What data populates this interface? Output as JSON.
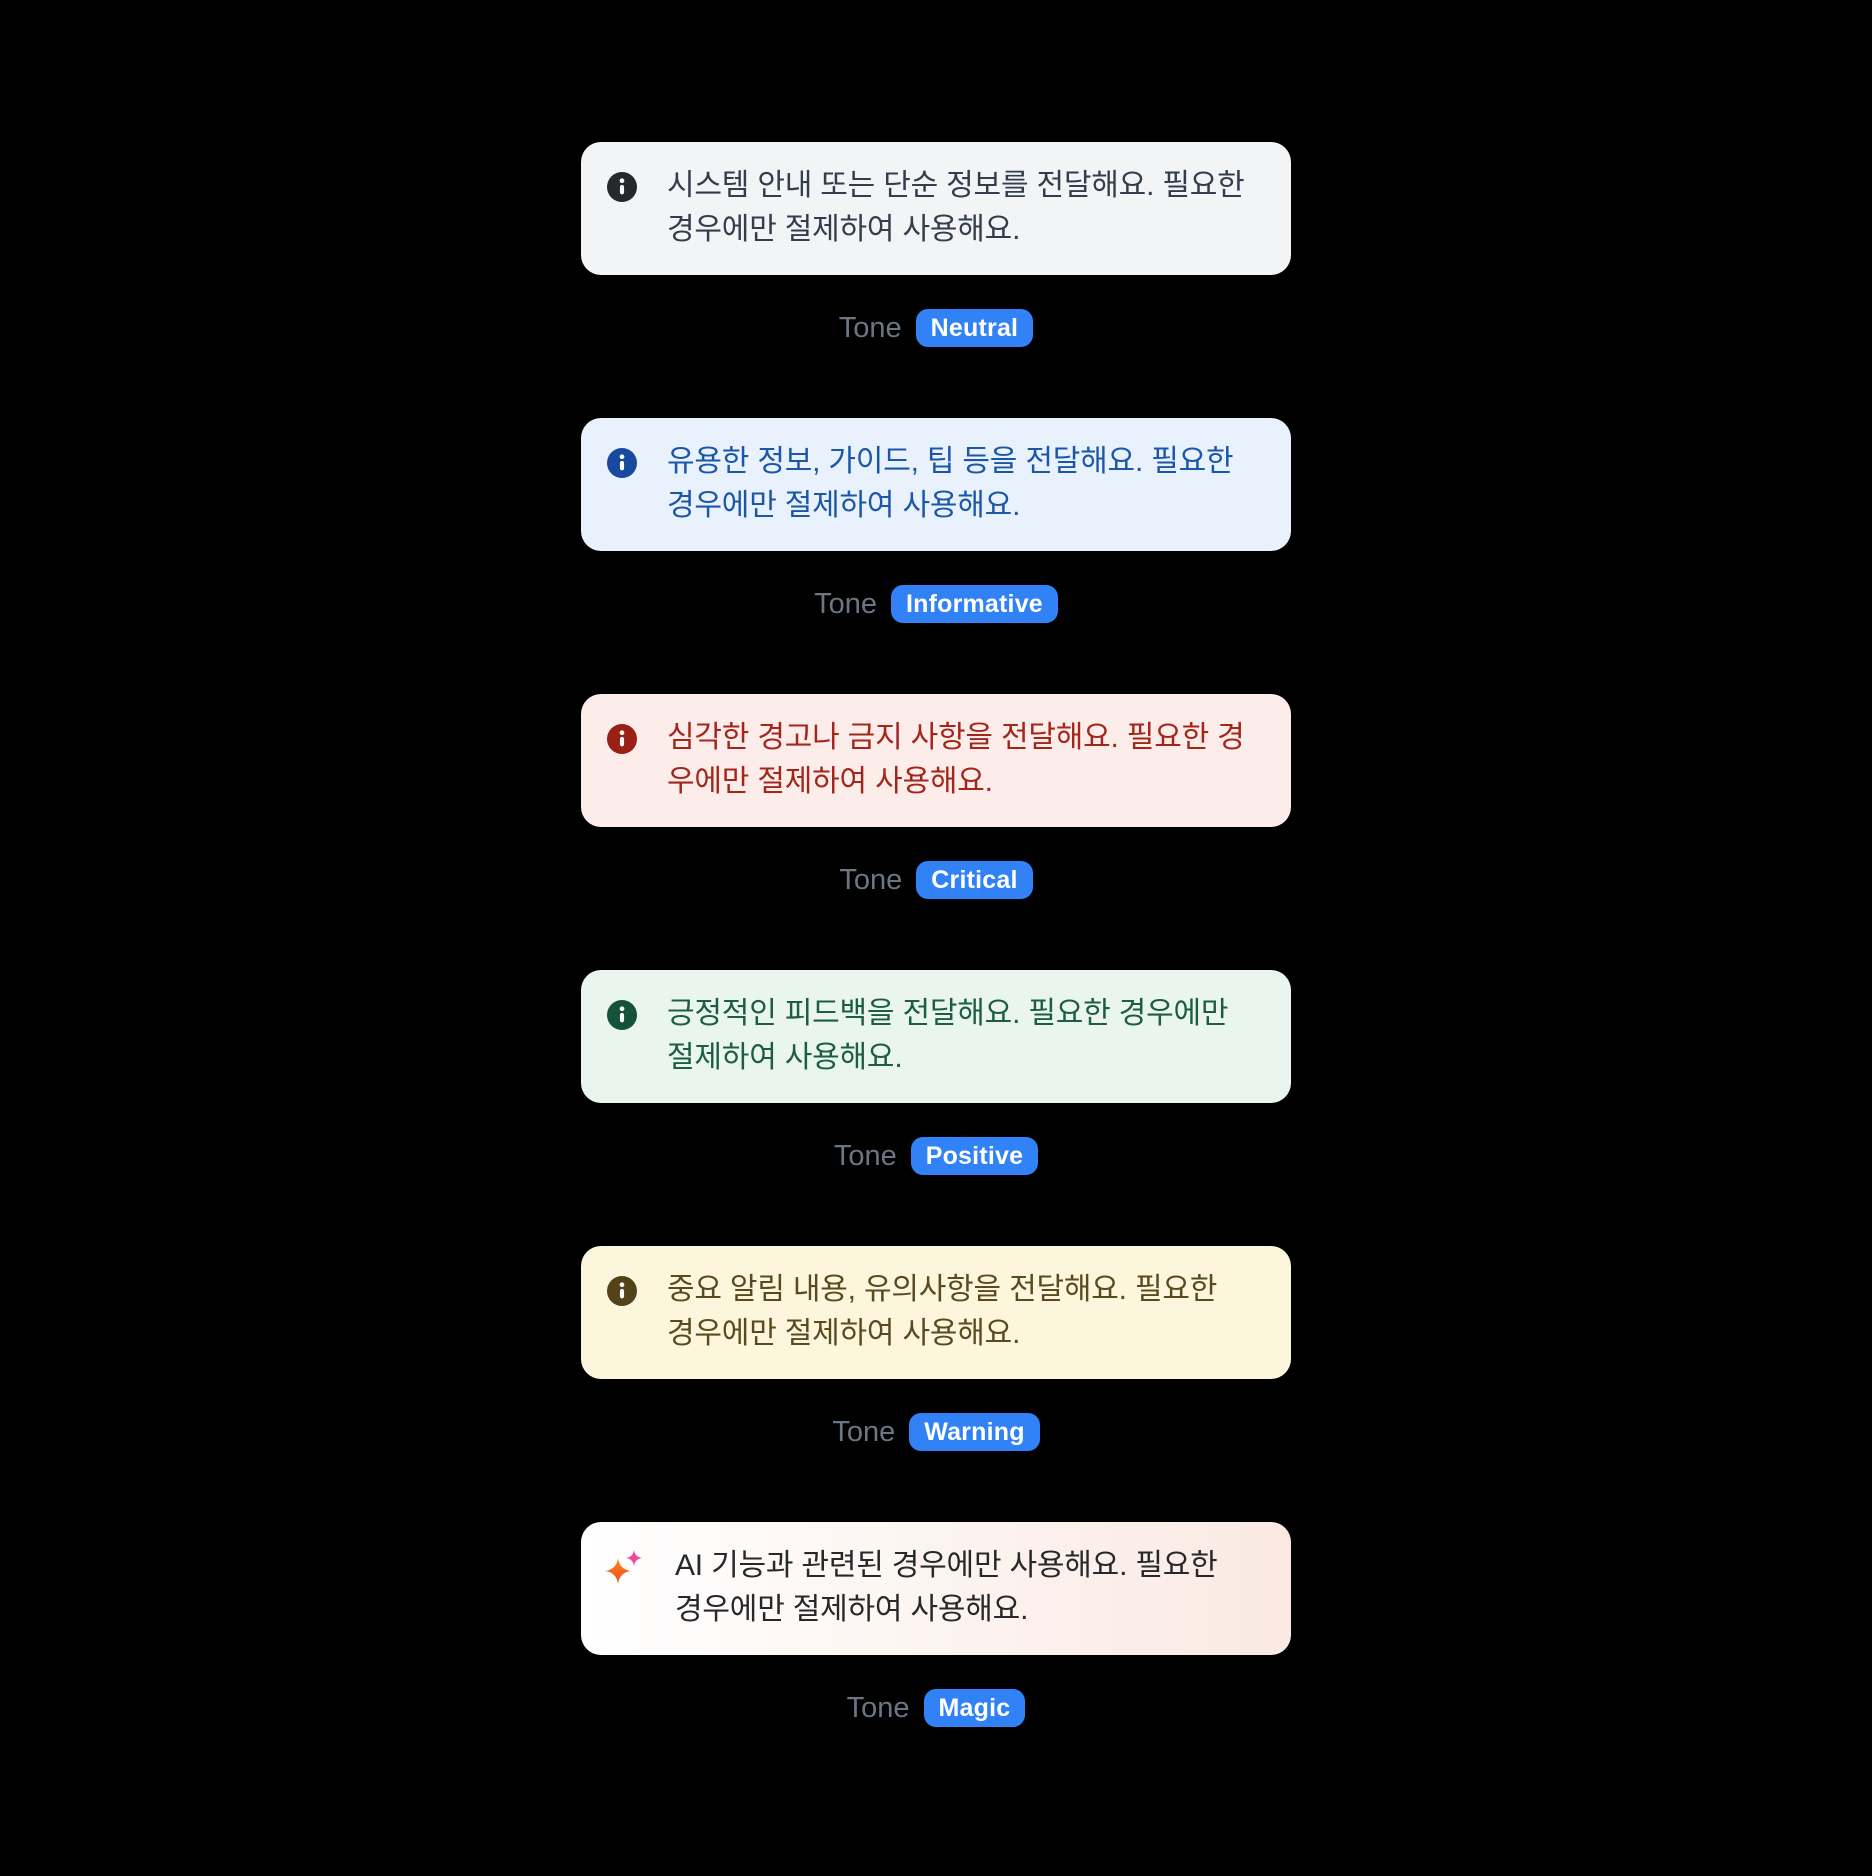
{
  "page": {
    "background": "#000000"
  },
  "tone": {
    "label": "Tone",
    "badge_color": "#3182F6",
    "label_color": "#6B7684"
  },
  "callouts": [
    {
      "tone": "Neutral",
      "text": "시스템 안내 또는 단순 정보를 전달해요. 필요한 경우에만 절제하여 사용해요.",
      "icon": "info-circle",
      "colors": {
        "bg": "#F2F4F6",
        "text": "#333D4B",
        "icon": "#26282B"
      }
    },
    {
      "tone": "Informative",
      "text": "유용한 정보, 가이드, 팁 등을 전달해요. 필요한 경우에만 절제하여 사용해요.",
      "icon": "info-circle",
      "colors": {
        "bg": "#E9F1FD",
        "text": "#1B57A9",
        "icon": "#17499E"
      }
    },
    {
      "tone": "Critical",
      "text": "심각한 경고나 금지 사항을 전달해요. 필요한 경우에만 절제하여 사용해요.",
      "icon": "info-circle",
      "colors": {
        "bg": "#FCEDEB",
        "text": "#A3261B",
        "icon": "#9A1F15"
      }
    },
    {
      "tone": "Positive",
      "text": "긍정적인 피드백을 전달해요. 필요한 경우에만 절제하여 사용해요.",
      "icon": "info-circle",
      "colors": {
        "bg": "#EAF5EF",
        "text": "#1C5D43",
        "icon": "#14523A"
      }
    },
    {
      "tone": "Warning",
      "text": "중요 알림 내용, 유의사항을 전달해요. 필요한 경우에만 절제하여 사용해요.",
      "icon": "info-circle",
      "colors": {
        "bg": "#FCF6DC",
        "text": "#5A4A20",
        "icon": "#53431A"
      }
    },
    {
      "tone": "Magic",
      "text": "AI 기능과 관련된 경우에만 사용해요. 필요한 경우에만 절제하여 사용해요.",
      "icon": "sparkles",
      "colors": {
        "bg_from": "#FFFFFF",
        "bg_to": "#FAE9E2",
        "text": "#26282B",
        "star_large_top": "#FB8A24",
        "star_large_bottom": "#F4461D",
        "star_small": "#EC4C9B"
      }
    }
  ]
}
